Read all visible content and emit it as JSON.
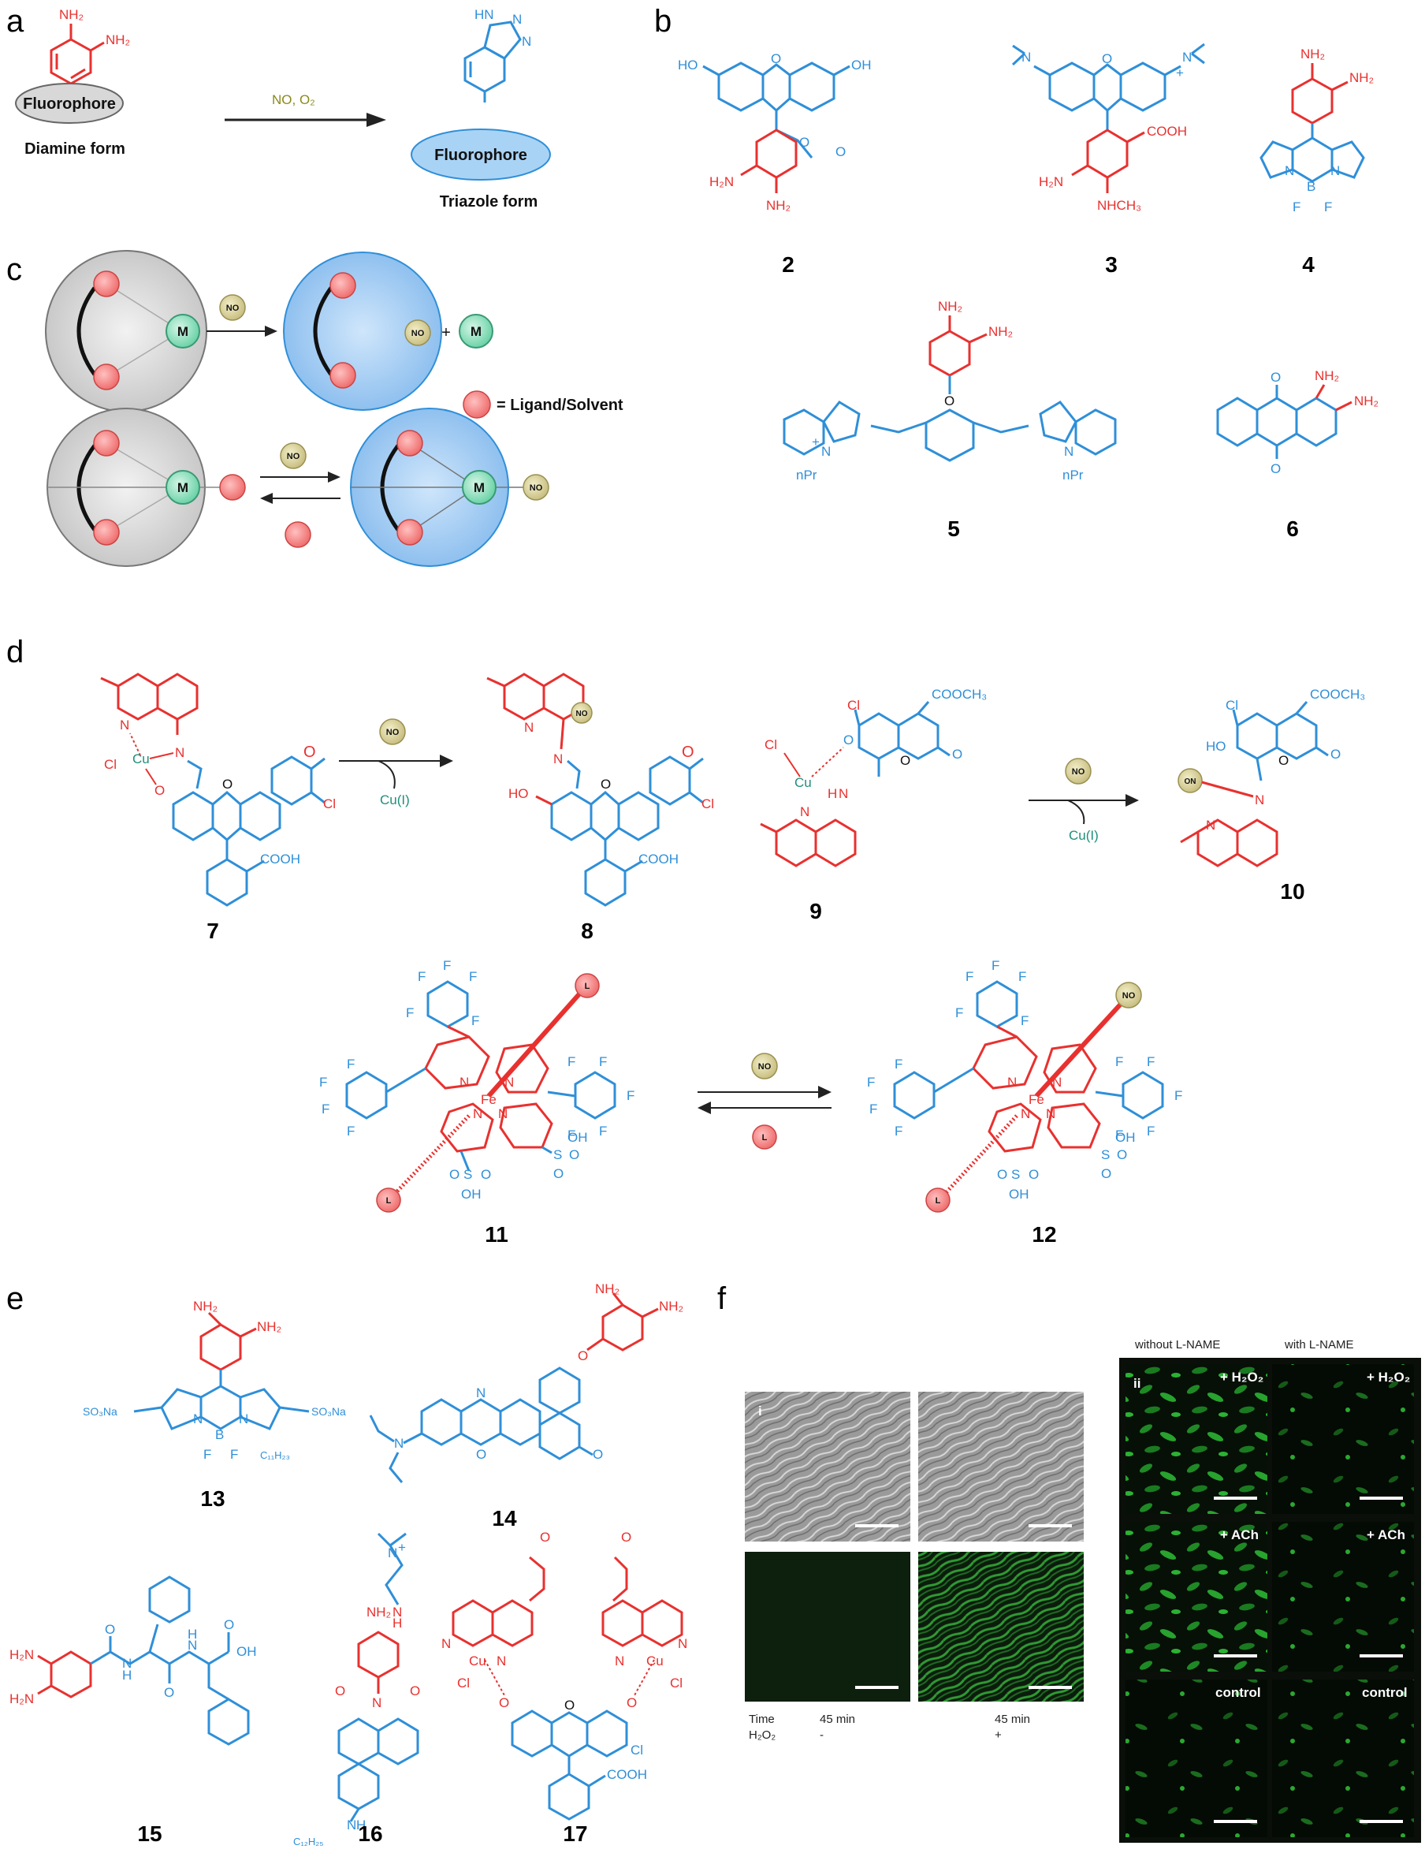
{
  "panels": {
    "a": "a",
    "b": "b",
    "c": "c",
    "d": "d",
    "e": "e",
    "f": "f"
  },
  "panel_a": {
    "nh2_top": "NH₂",
    "nh2_side": "NH₂",
    "fluorophore_left": "Fluorophore",
    "fluorophore_right": "Fluorophore",
    "arrow_label": "NO, O₂",
    "diamine_form": "Diamine form",
    "triazole_form": "Triazole form",
    "triazole_hn": "HN",
    "triazole_n": "N",
    "triazole_n2": "N"
  },
  "panel_b": {
    "compounds": [
      "2",
      "3",
      "4",
      "5",
      "6"
    ],
    "labels": {
      "ho_left": "HO",
      "oh_right": "OH",
      "o_ring": "O",
      "o_lactone": "O",
      "o_carbonyl": "O",
      "h2n_2": "H₂N",
      "nh2_2": "NH₂",
      "n_left_3": "N",
      "n_right_3": "N",
      "plus_3": "+",
      "o_ring_3": "O",
      "cooh_3": "COOH",
      "h2n_3": "H₂N",
      "nhch3_3": "NHCH₃",
      "nh2_4a": "NH₂",
      "nh2_4b": "NH₂",
      "n_4a": "N",
      "n_4b": "N",
      "b_4": "B",
      "f_4a": "F",
      "f_4b": "F",
      "nh2_5a": "NH₂",
      "nh2_5b": "NH₂",
      "o_5": "O",
      "n_5a": "N",
      "n_5b": "N",
      "plus_5": "+",
      "npr_5a": "nPr",
      "npr_5b": "nPr",
      "o_6a": "O",
      "o_6b": "O",
      "nh2_6a": "NH₂",
      "nh2_6b": "NH₂"
    }
  },
  "panel_c": {
    "metal": "M",
    "no": "NO",
    "plus": "+",
    "legend": "= Ligand/Solvent"
  },
  "panel_d": {
    "compounds": [
      "7",
      "8",
      "9",
      "10",
      "11",
      "12"
    ],
    "labels": {
      "n": "N",
      "cu": "Cu",
      "cl": "Cl",
      "o": "O",
      "cooh": "COOH",
      "ho": "HO",
      "no": "NO",
      "cu1": "Cu(I)",
      "cooch3": "COOCH₃",
      "h": "H",
      "on": "ON",
      "fe": "Fe",
      "f": "F",
      "l": "L",
      "oh": "OH",
      "s": "S"
    }
  },
  "panel_e": {
    "compounds": [
      "13",
      "14",
      "15",
      "16",
      "17"
    ],
    "labels": {
      "nh2": "NH₂",
      "h2n": "H₂N",
      "so3na": "SO₃Na",
      "b": "B",
      "f": "F",
      "n": "N",
      "c11": "C₁₁H₂₃",
      "o": "O",
      "oh": "OH",
      "h": "H",
      "c12": "C₁₂H₂₅",
      "cu": "Cu",
      "cl": "Cl",
      "cooh": "COOH",
      "plus": "+"
    }
  },
  "panel_f": {
    "sub_i": "i",
    "sub_ii": "ii",
    "time_label": "Time",
    "h2o2_label": "H₂O₂",
    "time_left": "45 min",
    "time_right": "45 min",
    "h2o2_left": "-",
    "h2o2_right": "+",
    "col_without": "without L-NAME",
    "col_with": "with L-NAME",
    "row_labels": [
      "+ H₂O₂",
      "+ ACh",
      "control"
    ],
    "colors": {
      "green": "#1f9a2a",
      "dark": "#0a140a",
      "phase": "#8c8c8c"
    }
  }
}
